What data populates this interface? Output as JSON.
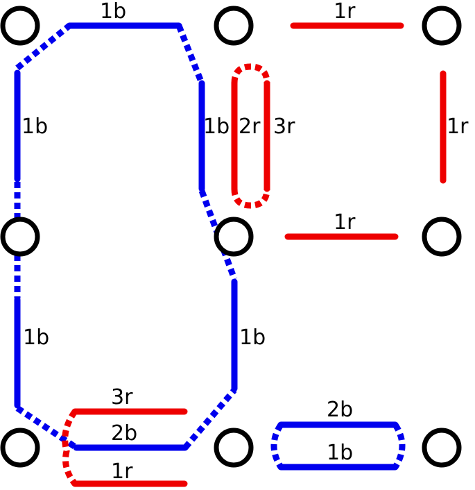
{
  "colors": {
    "blue": "#0000ee",
    "red": "#ee0000",
    "node": "#000000"
  },
  "labels": {
    "top_left_edge": "1b",
    "top_right_edge": "1r",
    "left_upper_edge": "1b",
    "mid_vertical_blue": "1b",
    "loop_red_inner": "2r",
    "loop_red_outer": "3r",
    "right_vertical_red": "1r",
    "middle_right_edge": "1r",
    "left_lower_edge": "1b",
    "mid_lower_blue": "1b",
    "bottom_top_red": "3r",
    "bottom_middle_blue": "2b",
    "bottom_lower_red": "1r",
    "bottom_right_top_blue": "2b",
    "bottom_right_bottom_blue": "1b"
  }
}
